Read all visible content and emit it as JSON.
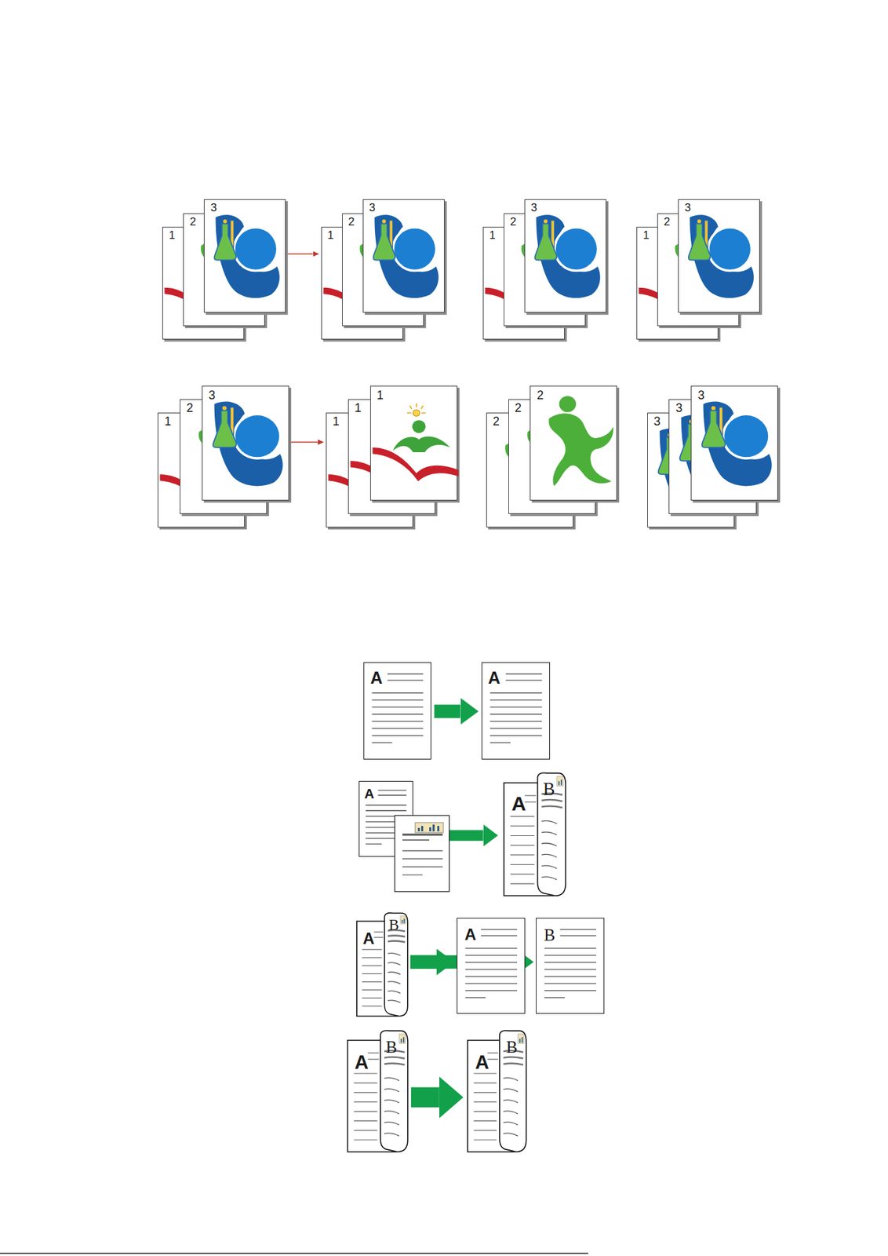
{
  "diagram": {
    "nodes": [
      {
        "text": [
          "1"
        ]
      },
      {
        "text": [
          "2"
        ]
      },
      {
        "text": [
          "3"
        ]
      },
      {
        "text": [
          "1"
        ]
      },
      {
        "text": [
          "2"
        ]
      },
      {
        "text": [
          "3"
        ]
      },
      {
        "text": [
          "1"
        ]
      },
      {
        "text": [
          "2"
        ]
      },
      {
        "text": [
          "3"
        ]
      },
      {
        "text": [
          "1"
        ]
      },
      {
        "text": [
          "2"
        ]
      },
      {
        "text": [
          "3"
        ]
      },
      {
        "text": [
          "1"
        ]
      },
      {
        "text": [
          "2"
        ]
      },
      {
        "text": [
          "3"
        ]
      },
      {
        "text": [
          "1"
        ]
      },
      {
        "text": [
          "1"
        ]
      },
      {
        "text": [
          "1"
        ]
      },
      {
        "text": [
          "2"
        ]
      },
      {
        "text": [
          "2"
        ]
      },
      {
        "text": [
          "2"
        ]
      },
      {
        "text": [
          "3"
        ]
      },
      {
        "text": [
          "3"
        ]
      },
      {
        "text": [
          "3"
        ]
      },
      {
        "text": [
          "A"
        ]
      },
      {
        "text": [
          "A"
        ]
      },
      {
        "text": [
          "A"
        ]
      },
      {
        "text": [
          "A",
          "B"
        ]
      },
      {
        "text": [
          "A",
          "B"
        ]
      },
      {
        "text": [
          "A"
        ]
      },
      {
        "text": [
          "B"
        ]
      },
      {
        "text": [
          "A",
          "B"
        ]
      },
      {
        "text": [
          "A",
          "B"
        ]
      }
    ],
    "edges": [
      {
        "from": 2,
        "to": 3,
        "arrow": "to"
      },
      {
        "from": 14,
        "to": 15,
        "arrow": "to"
      },
      {
        "from": 24,
        "to": 25,
        "arrow": "to"
      },
      {
        "from": 26,
        "to": 27,
        "arrow": "to"
      },
      {
        "from": 28,
        "to": 29,
        "arrow": "to"
      },
      {
        "from": 28,
        "to": 30,
        "arrow": "to"
      },
      {
        "from": 31,
        "to": 32,
        "arrow": "to"
      }
    ]
  }
}
